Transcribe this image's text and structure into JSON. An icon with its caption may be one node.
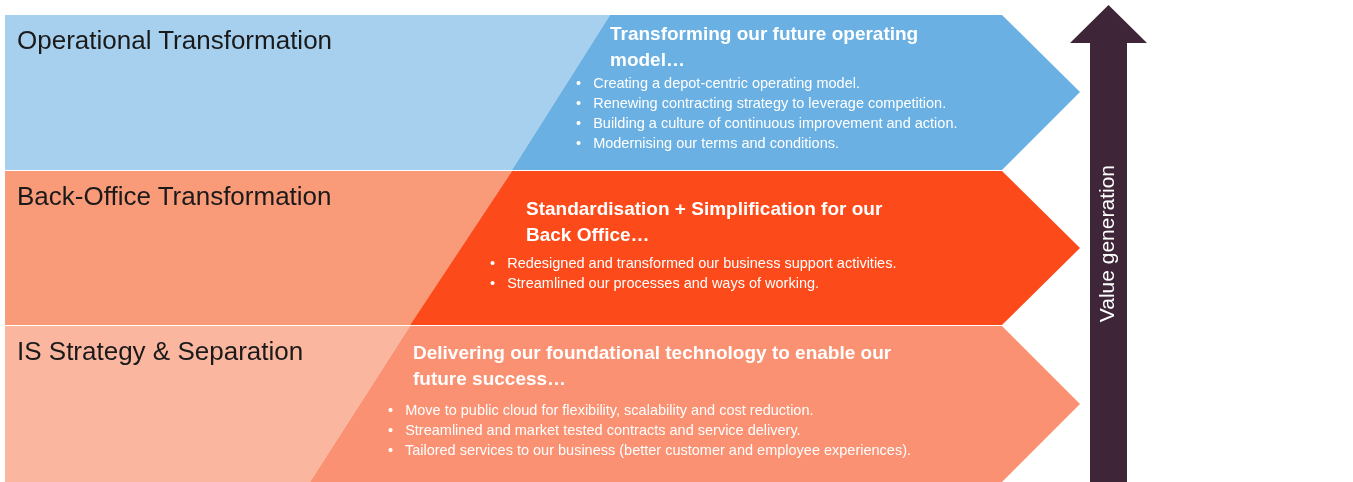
{
  "diagram": {
    "nodes": [
      {
        "text": [
          "Operational Transformation"
        ]
      },
      {
        "text": [
          "Transforming our future operating model…",
          "•   Creating a depot-centric operating model.",
          "•   Renewing contracting strategy to leverage competition.",
          "•   Building a culture of continuous improvement and action.",
          "•   Modernising our terms and conditions."
        ]
      },
      {
        "text": [
          "Back-Office Transformation"
        ]
      },
      {
        "text": [
          "Standardisation + Simplification for our Back Office…",
          "•   Redesigned and transformed our business support activities.",
          "•   Streamlined our processes and ways of working."
        ]
      },
      {
        "text": [
          "IS Strategy & Separation"
        ]
      },
      {
        "text": [
          "Delivering our foundational technology to enable our future success…",
          "•   Move to public cloud for flexibility, scalability and cost reduction.",
          "•   Streamlined and market tested contracts and service delivery.",
          "•   Tailored services to our business (better customer and employee experiences)."
        ]
      },
      {
        "text": [
          "Value generation"
        ]
      }
    ]
  }
}
